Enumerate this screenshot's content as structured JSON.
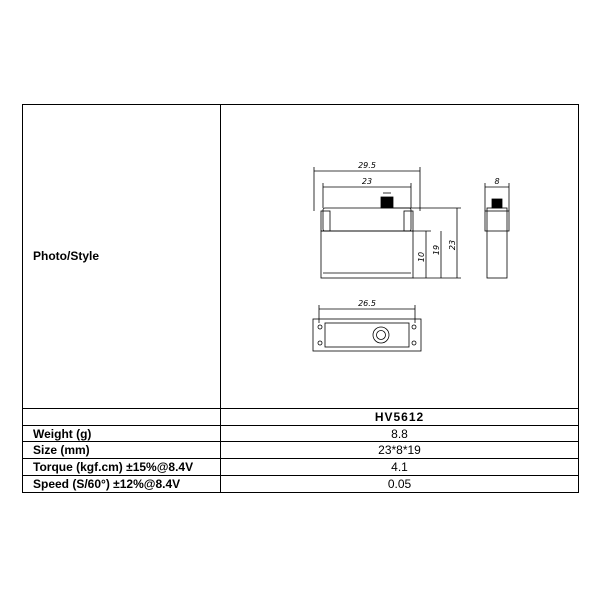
{
  "photo_label": "Photo/Style",
  "dimensions": {
    "width_overall": "29.5",
    "width_body": "23",
    "thickness": "8",
    "height_lower": "10",
    "height_mid": "19",
    "height_total": "23",
    "mount_spacing": "26.5"
  },
  "model": "HV5612",
  "specs": [
    {
      "label": "Weight (g)",
      "value": "8.8"
    },
    {
      "label": "Size (mm)",
      "value": "23*8*19"
    },
    {
      "label": "Torque (kgf.cm) ±15%@8.4V",
      "value": "4.1"
    },
    {
      "label": "Speed (S/60°) ±12%@8.4V",
      "value": "0.05"
    }
  ]
}
